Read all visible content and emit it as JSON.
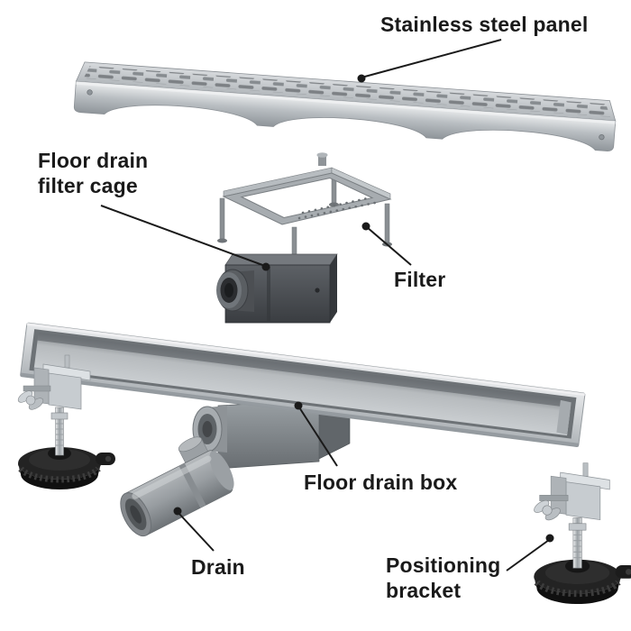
{
  "figure": {
    "kind": "exploded parts diagram",
    "subject": "linear shower floor drain components"
  },
  "labels": {
    "panel": [
      "Stainless steel panel"
    ],
    "filter_cage": [
      "Floor drain",
      "filter cage"
    ],
    "filter": [
      "Filter"
    ],
    "drain_box": [
      "Floor drain box"
    ],
    "drain": [
      "Drain"
    ],
    "bracket": [
      "Positioning",
      "bracket"
    ]
  },
  "parts": [
    {
      "id": "stainless-steel-panel",
      "label": "Stainless steel panel"
    },
    {
      "id": "floor-drain-filter-cage",
      "label": "Floor drain filter cage"
    },
    {
      "id": "filter",
      "label": "Filter"
    },
    {
      "id": "floor-drain-box",
      "label": "Floor drain box"
    },
    {
      "id": "drain",
      "label": "Drain"
    },
    {
      "id": "positioning-bracket",
      "label": "Positioning bracket"
    }
  ],
  "colors": {
    "background": "#ffffff",
    "label_text": "#1a1a1a",
    "callout_line": "#1a1a1a",
    "steel_light": "#dde1e4",
    "steel_mid": "#aab0b5",
    "steel_dark": "#70757a",
    "cage_dark": "#3e4145",
    "base_black": "#141414"
  }
}
